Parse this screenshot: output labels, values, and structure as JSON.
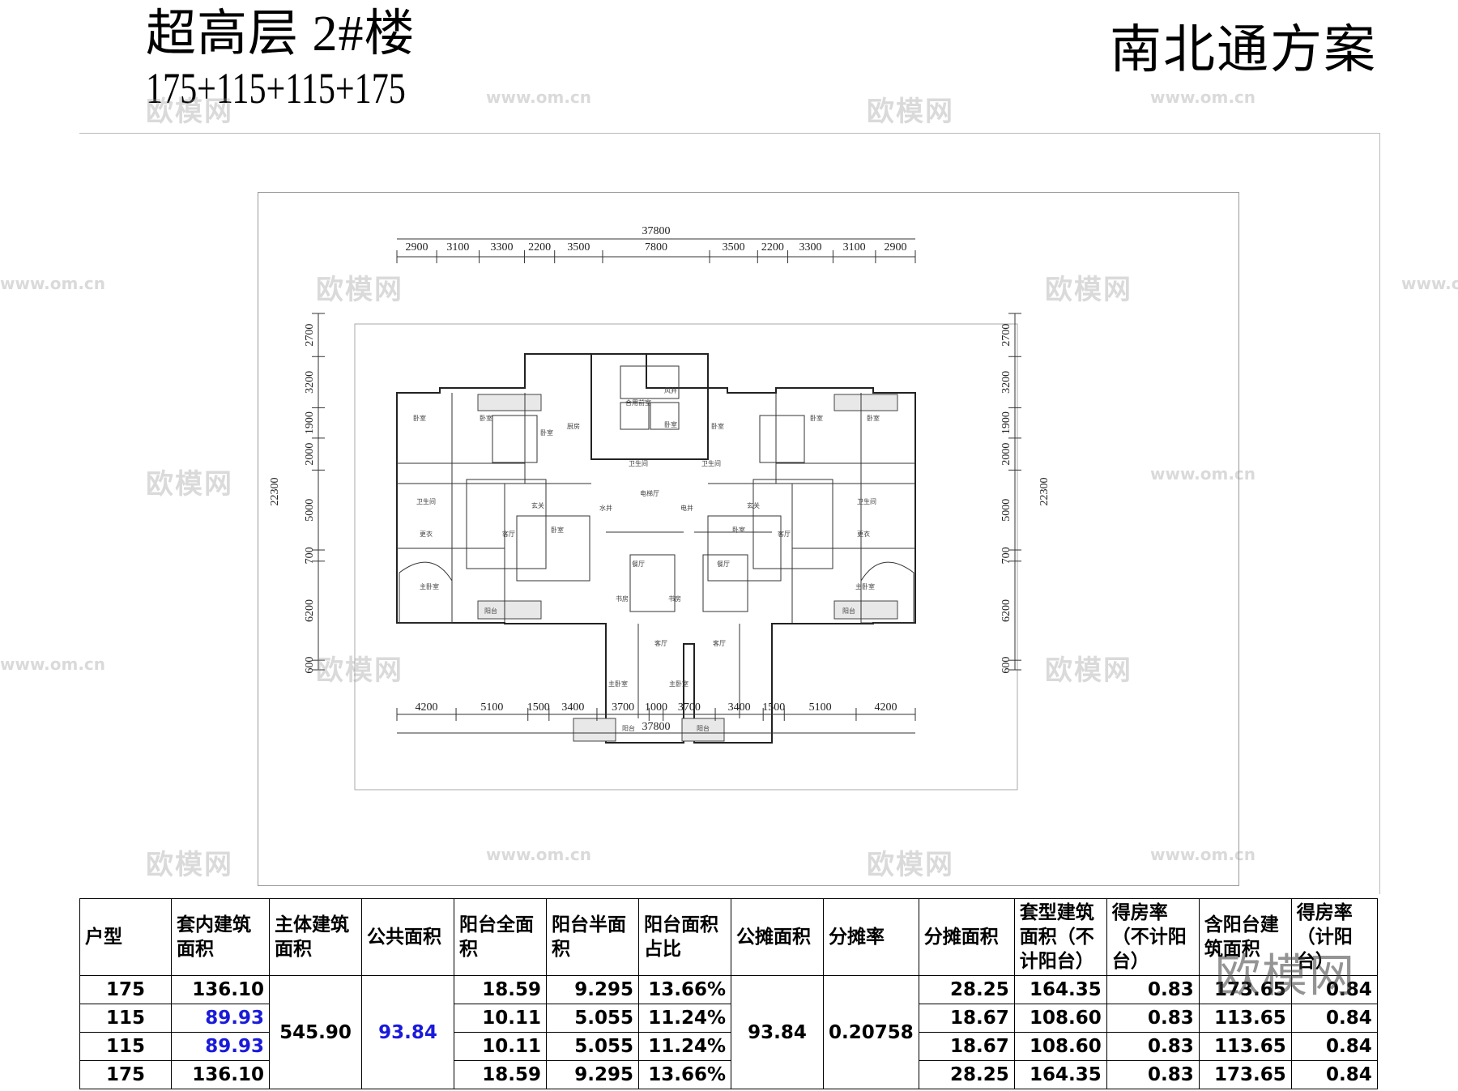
{
  "header": {
    "title_line1": "超高层  2#楼",
    "title_line2": "175+115+115+175",
    "scheme": "南北通方案"
  },
  "watermark": {
    "cn": "欧模网",
    "url": "www.om.cn"
  },
  "plan": {
    "top_total": "37800",
    "bottom_total": "37800",
    "top_dims": [
      "2900",
      "3100",
      "3300",
      "2200",
      "3500",
      "7800",
      "3500",
      "2200",
      "3300",
      "3100",
      "2900"
    ],
    "bottom_dims": [
      "4200",
      "5100",
      "1500",
      "3400",
      "3700",
      "1000",
      "3700",
      "3400",
      "1500",
      "5100",
      "4200"
    ],
    "side_dims": [
      "2700",
      "3200",
      "1900",
      "2000",
      "5000",
      "700",
      "6200",
      "600"
    ],
    "side_total": "22300",
    "rooms": {
      "bedroom": "卧室",
      "master_bedroom": "主卧室",
      "living": "客厅",
      "dining": "餐厅",
      "kitchen": "厨房",
      "bath": "卫生间",
      "balcony": "阳台",
      "study": "书房",
      "elevator_hall": "电梯厅",
      "foyer": "玄关",
      "wind": "风井",
      "public": "合用前室",
      "cloakroom": "更衣",
      "water": "水井",
      "electric": "电井"
    }
  },
  "table": {
    "headers": [
      "户型",
      "套内建筑面积",
      "主体建筑面积",
      "公共面积",
      "阳台全面积",
      "阳台半面积",
      "阳台面积占比",
      "公摊面积",
      "分摊率",
      "分摊面积",
      "套型建筑面积（不计阳台）",
      "得房率（不计阳台）",
      "含阳台建筑面积",
      "得房率（计阳台）"
    ],
    "rows": [
      {
        "type": "175",
        "inner": "136.10",
        "bal_full": "18.59",
        "bal_half": "9.295",
        "bal_ratio": "13.66%",
        "share": "28.25",
        "unit_area": "164.35",
        "eff1": "0.83",
        "with_bal": "173.65",
        "eff2": "0.84"
      },
      {
        "type": "115",
        "inner": "89.93",
        "bal_full": "10.11",
        "bal_half": "5.055",
        "bal_ratio": "11.24%",
        "share": "18.67",
        "unit_area": "108.60",
        "eff1": "0.83",
        "with_bal": "113.65",
        "eff2": "0.84"
      },
      {
        "type": "115",
        "inner": "89.93",
        "bal_full": "10.11",
        "bal_half": "5.055",
        "bal_ratio": "11.24%",
        "share": "18.67",
        "unit_area": "108.60",
        "eff1": "0.83",
        "with_bal": "113.65",
        "eff2": "0.84"
      },
      {
        "type": "175",
        "inner": "136.10",
        "bal_full": "18.59",
        "bal_half": "9.295",
        "bal_ratio": "13.66%",
        "share": "28.25",
        "unit_area": "164.35",
        "eff1": "0.83",
        "with_bal": "173.65",
        "eff2": "0.84"
      }
    ],
    "main_area": "545.90",
    "public_area": "93.84",
    "pooled_area": "93.84",
    "pool_rate": "0.20758",
    "blue_color": "#1a1adb"
  }
}
